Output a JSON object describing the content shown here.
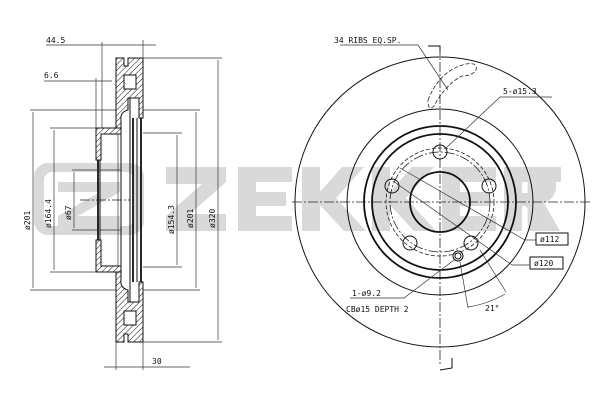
{
  "watermark": {
    "brand": "ZEKKERT",
    "color": "#d9d9d9"
  },
  "side_view": {
    "dims": {
      "overall_height": "44.5",
      "hat_offset": "6.6",
      "dia_outer_left": "ø201",
      "dia_hat": "ø164.4",
      "dia_center_bore": "ø67",
      "dia_inner_friction": "ø154.3",
      "dia_outer_right": "ø201",
      "dia_disc": "ø320",
      "thickness": "30"
    }
  },
  "front_view": {
    "labels": {
      "ribs": "34 RIBS EQ.SP.",
      "bolt_holes": "5-ø15.3",
      "pcd": "ø112",
      "spigot": "ø120",
      "aux_hole": "1-ø9.2",
      "counterbore": "CBø15 DEPTH 2",
      "angle": "21°"
    }
  }
}
